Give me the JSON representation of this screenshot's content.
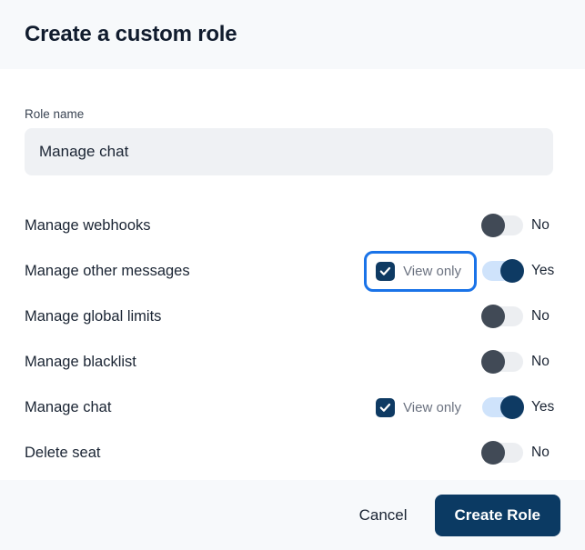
{
  "header": {
    "title": "Create a custom role"
  },
  "form": {
    "role_name_label": "Role name",
    "role_name_value": "Manage chat",
    "role_name_placeholder": "Role name"
  },
  "permissions": {
    "view_only_label": "View only",
    "toggle_on_label": "Yes",
    "toggle_off_label": "No",
    "rows": [
      {
        "label": "Manage webhooks",
        "has_view_only": false,
        "view_only_checked": false,
        "view_only_focused": false,
        "enabled": false,
        "toggle_text": "No"
      },
      {
        "label": "Manage other messages",
        "has_view_only": true,
        "view_only_checked": true,
        "view_only_focused": true,
        "enabled": true,
        "toggle_text": "Yes"
      },
      {
        "label": "Manage global limits",
        "has_view_only": false,
        "view_only_checked": false,
        "view_only_focused": false,
        "enabled": false,
        "toggle_text": "No"
      },
      {
        "label": "Manage blacklist",
        "has_view_only": false,
        "view_only_checked": false,
        "view_only_focused": false,
        "enabled": false,
        "toggle_text": "No"
      },
      {
        "label": "Manage chat",
        "has_view_only": true,
        "view_only_checked": true,
        "view_only_focused": false,
        "enabled": true,
        "toggle_text": "Yes"
      },
      {
        "label": "Delete seat",
        "has_view_only": false,
        "view_only_checked": false,
        "view_only_focused": false,
        "enabled": false,
        "toggle_text": "No"
      }
    ]
  },
  "footer": {
    "cancel_label": "Cancel",
    "submit_label": "Create Role"
  },
  "colors": {
    "header_bg": "#f7f9fb",
    "footer_bg": "#f7f9fb",
    "primary_navy": "#0b3a63",
    "focus_ring_blue": "#1a73e8",
    "toggle_on_track": "#cfe3fb",
    "toggle_off_track": "#eceef1",
    "toggle_off_knob": "#414a56",
    "input_bg": "#eff1f4",
    "muted_text": "#6b7280"
  }
}
